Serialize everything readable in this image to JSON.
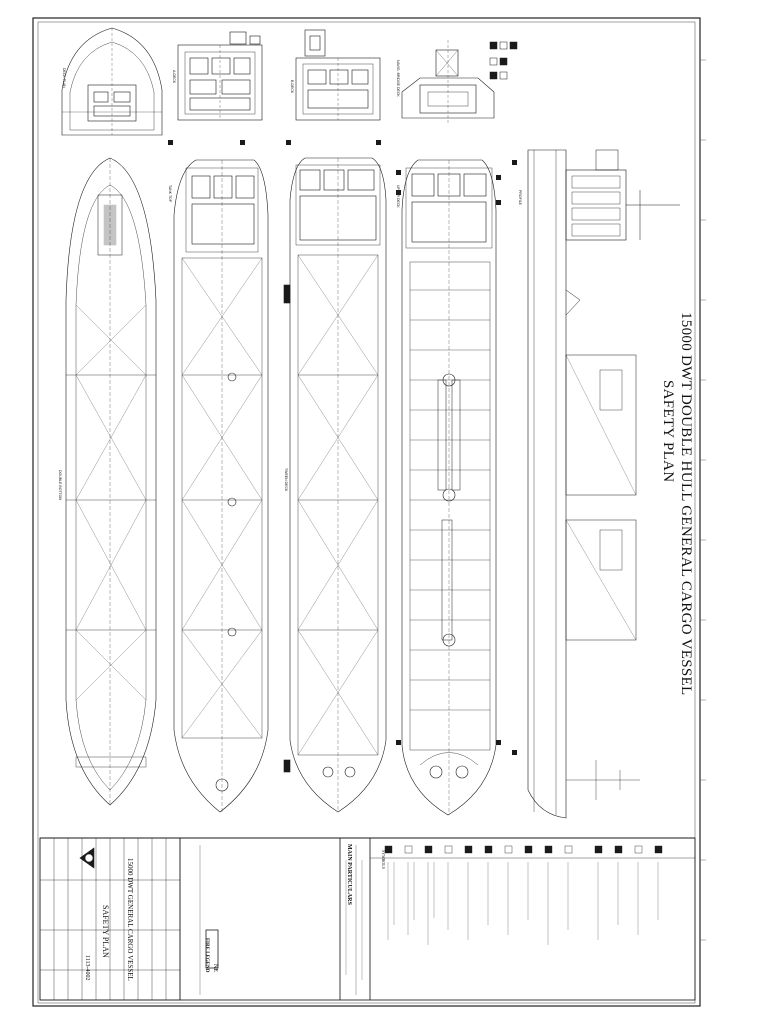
{
  "drawing": {
    "title": "15000 DWT DOUBLE HULL GENERAL CARGO VESSEL",
    "subtitle": "SAFETY PLAN"
  },
  "views": {
    "top_row": [
      "DECK PLAN",
      "A-DECK",
      "B-DECK",
      "NAVIG. BRIDGE DECK"
    ],
    "plans": [
      "DOUBLE BOTTOM",
      "TANK TOP",
      "TWEEN DECK",
      "UPPER DECK",
      "PROFILE"
    ]
  },
  "title_block": {
    "vessel": "15000 DWT GENERAL CARGO VESSEL",
    "plan_name": "SAFETY PLAN",
    "drawing_no": "1113-4002",
    "legend_label": "FIRE LEGEND",
    "north_east": "NE",
    "particulars_heading": "MAIN PARTICULARS",
    "symbols_heading": "SYMBOLS"
  },
  "colors": {
    "line": "#1a1a1a",
    "paper": "#ffffff",
    "border": "#222222"
  }
}
